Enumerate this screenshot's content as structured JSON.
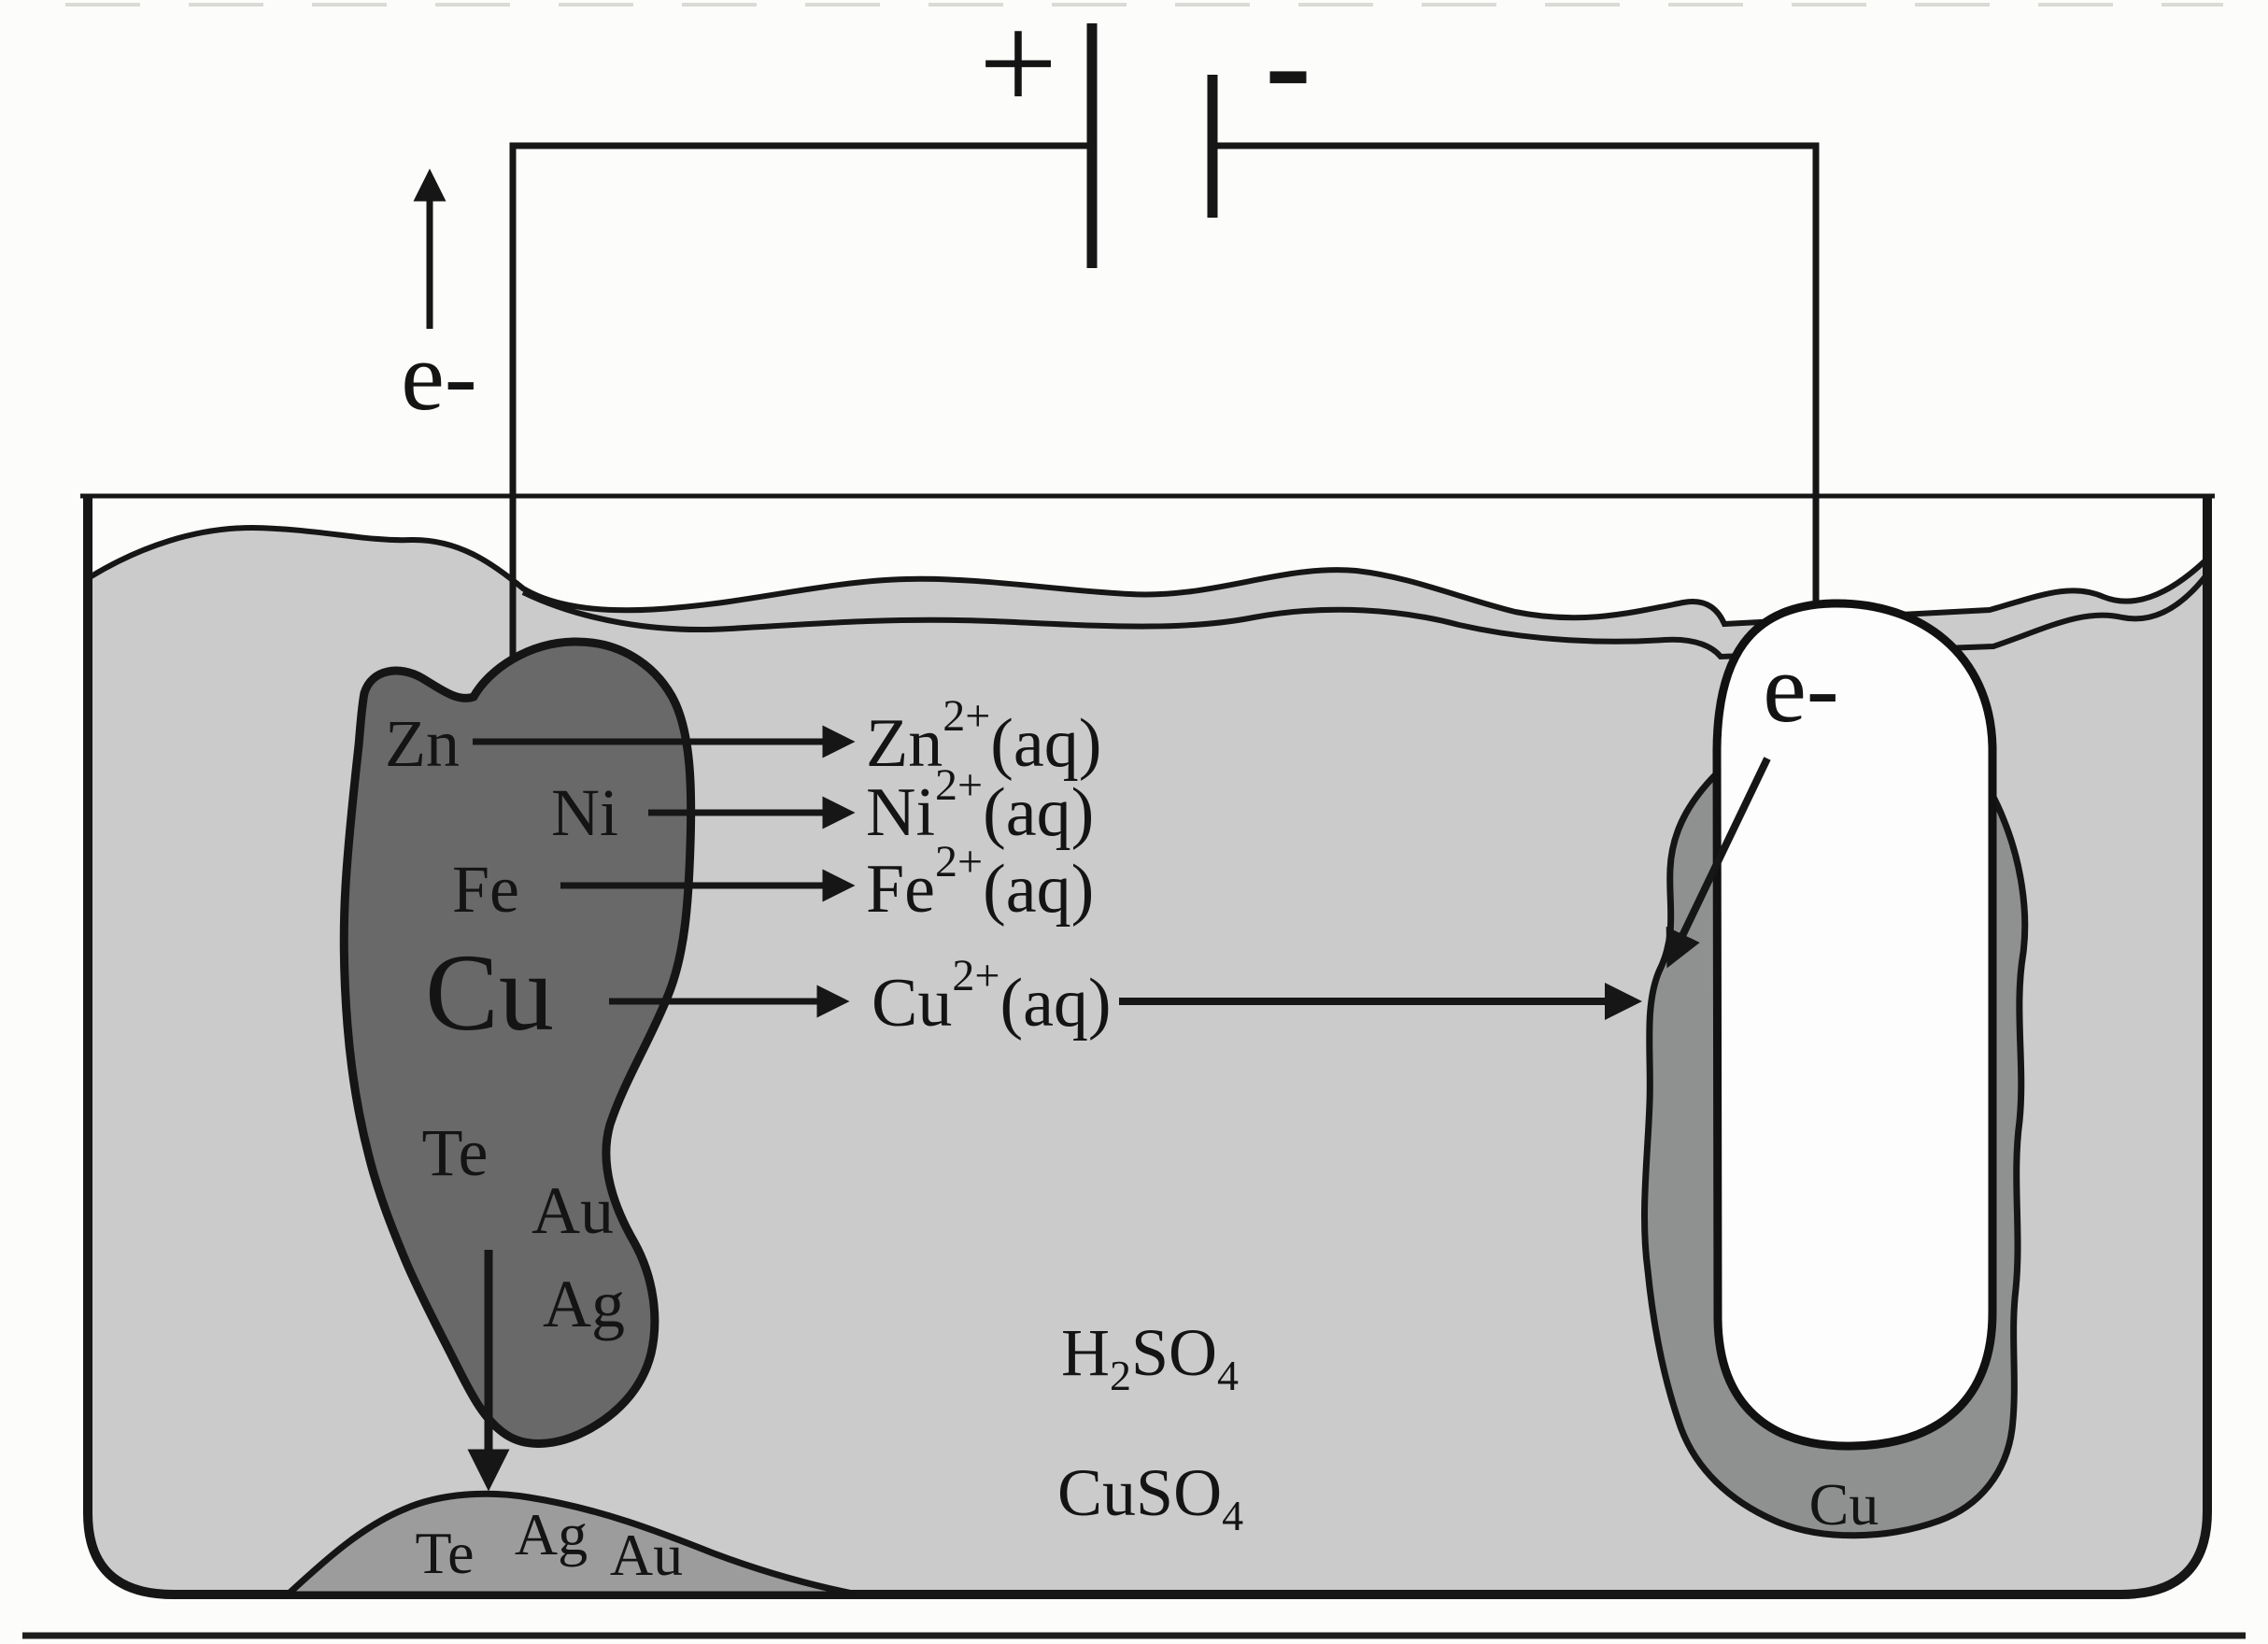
{
  "battery": {
    "positive": "+",
    "negative": "-"
  },
  "electron_flow": {
    "left_label": "e-",
    "right_label": "e-"
  },
  "anode": {
    "label_zn": "Zn",
    "label_ni": "Ni",
    "label_fe": "Fe",
    "label_cu": "Cu",
    "label_te": "Te",
    "label_au": "Au",
    "label_ag": "Ag"
  },
  "solution_ions": {
    "zn": {
      "symbol": "Zn",
      "charge": "2+",
      "state": "(aq)"
    },
    "ni": {
      "symbol": "Ni",
      "charge": "2+",
      "state": "(aq)"
    },
    "fe": {
      "symbol": "Fe",
      "charge": "2+",
      "state": "(aq)"
    },
    "cu": {
      "symbol": "Cu",
      "charge": "2+",
      "state": "(aq)"
    }
  },
  "cathode": {
    "deposit_label": "Cu"
  },
  "anode_sludge": {
    "label_te": "Te",
    "label_ag": "Ag",
    "label_au": "Au"
  },
  "electrolyte": {
    "acid": {
      "p1": "H",
      "sub1": "2",
      "p2": "SO",
      "sub2": "4"
    },
    "salt": {
      "p1": "CuSO",
      "sub1": "4"
    }
  },
  "colors": {
    "background": "#fcfcfa",
    "solution": "#cacbca",
    "anode": "#696969",
    "cathode": "#fdfdfd",
    "copper_deposit": "#8f9090",
    "sludge": "#9c9c9c",
    "line": "#161616"
  }
}
